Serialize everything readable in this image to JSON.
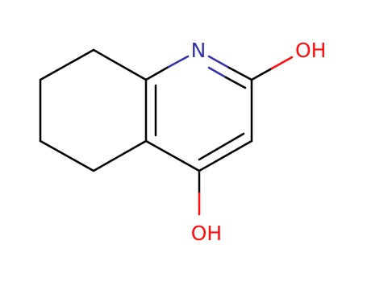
{
  "molecule": {
    "atom_labels": {
      "n1": "N",
      "oh2": "OH",
      "oh4": "OH"
    },
    "colors": {
      "bond": "#000000",
      "nitrogen": "#3333aa",
      "oxygen": "#ff0d0d"
    }
  }
}
